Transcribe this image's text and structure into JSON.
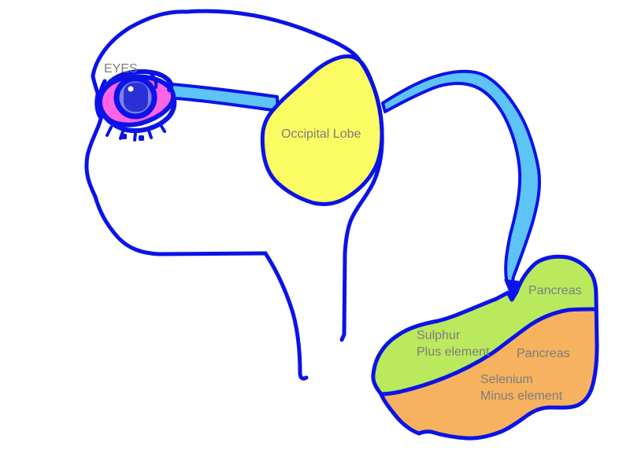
{
  "labels": {
    "eyes": "EYES",
    "occipital_lobe": "Occipital Lobe",
    "pancreas_head": "Pancreas",
    "sulphur_line1": "Sulphur",
    "sulphur_line2": "Plus element",
    "pancreas_body": "Pancreas",
    "selenium_line1": "Selenium",
    "selenium_line2": "Minus element"
  },
  "colors": {
    "background": "#ffffff",
    "outline_blue": "#0b13e6",
    "pathway_blue": "#5ec3f5",
    "lobe_yellow": "#fbfb63",
    "pancreas_green": "#bae95e",
    "pancreas_orange": "#f6b25f",
    "eye_pink": "#ff63e6",
    "iris_periwinkle": "#7d82ea",
    "iris_dark": "#2a2fd6",
    "pupil_highlight": "#ffffff",
    "label_gray": "#7d7d7d"
  }
}
